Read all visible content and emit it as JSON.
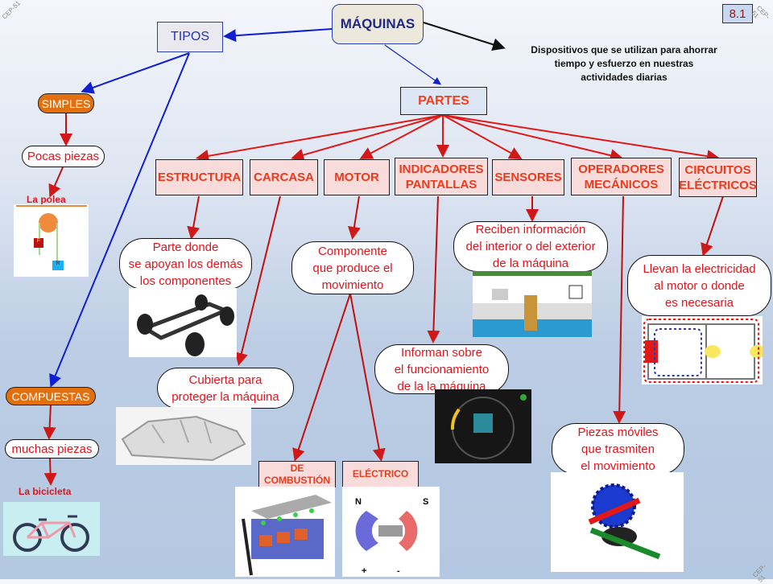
{
  "page_number": "8.1",
  "watermark": "CEP-51",
  "root": {
    "label": "MÁQUINAS"
  },
  "definition": "Dispositivos que se utilizan para ahorrar\ntiempo y esfuerzo en nuestras\nactividades diarias",
  "tipos": {
    "label": "TIPOS",
    "simples": {
      "label": "SIMPLES",
      "detail": "Pocas piezas",
      "example": "La polea",
      "example_image": "pulley-icon",
      "pulley_labels": {
        "force": "F",
        "resistance": "R"
      }
    },
    "compuestas": {
      "label": "COMPUESTAS",
      "detail": "muchas piezas",
      "example": "La bicicleta",
      "example_image": "bicycle-icon"
    }
  },
  "partes": {
    "label": "PARTES",
    "items": [
      {
        "label": "ESTRUCTURA",
        "description": "Parte donde\nse apoyan los demás\nlos componentes",
        "image": "chassis-icon"
      },
      {
        "label": "CARCASA",
        "description": "Cubierta para\nproteger la máquina",
        "image": "car-body-icon"
      },
      {
        "label": "MOTOR",
        "description": "Componente\nque produce el\nmovimiento",
        "subtypes": [
          {
            "label": "DE\nCOMBUSTIÓN",
            "image": "combustion-engine-icon"
          },
          {
            "label": "ELÉCTRICO",
            "image": "electric-motor-icon",
            "poles": {
              "north": "N",
              "south": "S",
              "plus": "+",
              "minus": "-"
            }
          }
        ]
      },
      {
        "label": "INDICADORES\nPANTALLAS",
        "description": "Informan sobre\nel funcionamiento\nde la la máquina",
        "image": "dashboard-icon"
      },
      {
        "label": "SENSORES",
        "description": "Reciben información\ndel interior o del exterior\nde la máquina",
        "image": "sensor-icon"
      },
      {
        "label": "OPERADORES\nMECÁNICOS",
        "description": "Piezas móviles\nque trasmiten\nel movimiento",
        "image": "gears-icon"
      },
      {
        "label": "CIRCUITOS\nELÉCTRICOS",
        "description": "Llevan la electricidad\nal motor o donde\nes necesaria",
        "image": "circuit-icon"
      }
    ]
  },
  "colors": {
    "blue_link": "#1020d0",
    "red_link": "#d01818",
    "black_link": "#111111",
    "orange_node": "#e2700f",
    "part_fill": "#f8dcdc",
    "part_text": "#ea3b1c"
  }
}
